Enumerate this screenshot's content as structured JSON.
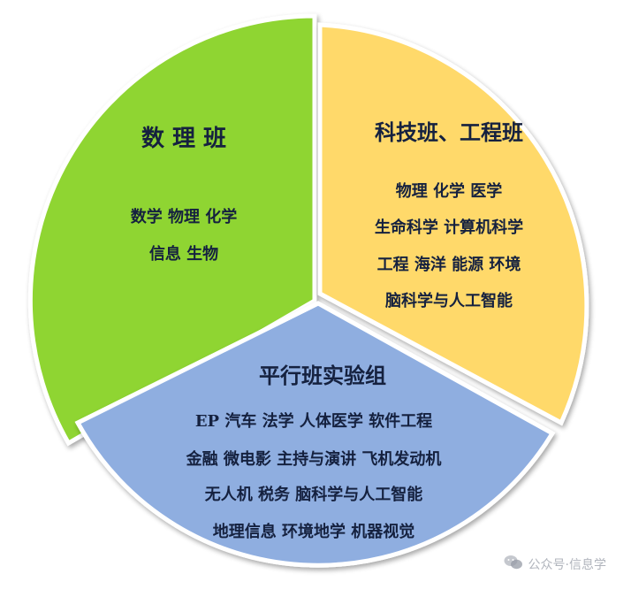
{
  "sectors": [
    {
      "id": "math-physics",
      "title": "数 理 班",
      "color": "#8fd532",
      "lines": [
        "数学  物理   化学",
        "信息    生物"
      ]
    },
    {
      "id": "science-engineering",
      "title": "科技班、工程班",
      "color": "#ffd96b",
      "lines": [
        "物理  化学  医学",
        "生命科学  计算机科学",
        "工程  海洋  能源  环境",
        "脑科学与人工智能"
      ]
    },
    {
      "id": "parallel-experimental",
      "title": "平行班实验组",
      "color": "#8faee0",
      "lines": [
        "EP 汽车  法学  人体医学  软件工程",
        "金融  微电影  主持与演讲  飞机发动机",
        "无人机  税务  脑科学与人工智能",
        "地理信息  环境地学  机器视觉"
      ]
    }
  ],
  "watermark": {
    "icon": "wechat-icon",
    "text": "公众号·信息学"
  }
}
